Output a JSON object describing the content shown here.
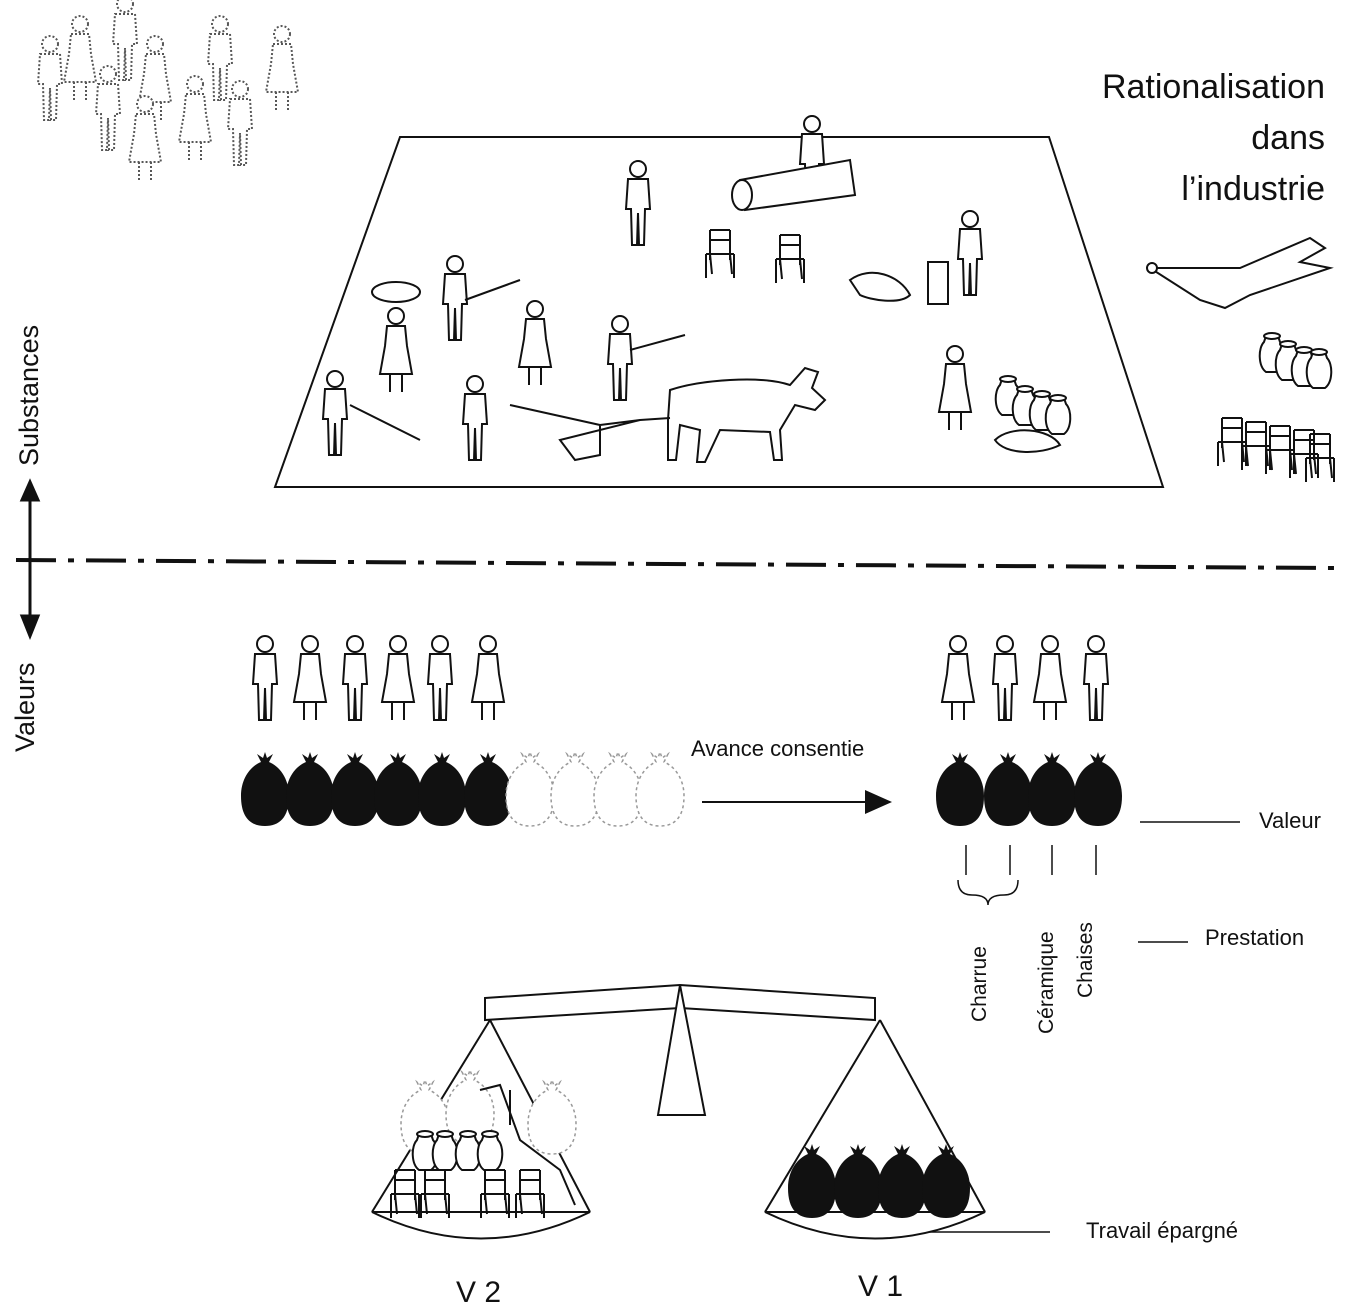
{
  "title": {
    "line1": "Rationalisation",
    "line2": "dans",
    "line3": "l’industrie"
  },
  "axis": {
    "upper": "Substances",
    "lower": "Valeurs"
  },
  "labels": {
    "advance": "Avance consentie",
    "value": "Valeur",
    "service": "Prestation",
    "saved_work": "Travail épargné"
  },
  "products": [
    "Charrue",
    "Céramique",
    "Chaises"
  ],
  "scale": {
    "left": "V 2",
    "right": "V 1"
  },
  "icons": [
    "crowd-icon",
    "worker-figure-icon",
    "ox-plough-icon",
    "plough-icon",
    "jar-icon",
    "chair-icon",
    "money-bag-icon",
    "balance-scale-icon"
  ]
}
